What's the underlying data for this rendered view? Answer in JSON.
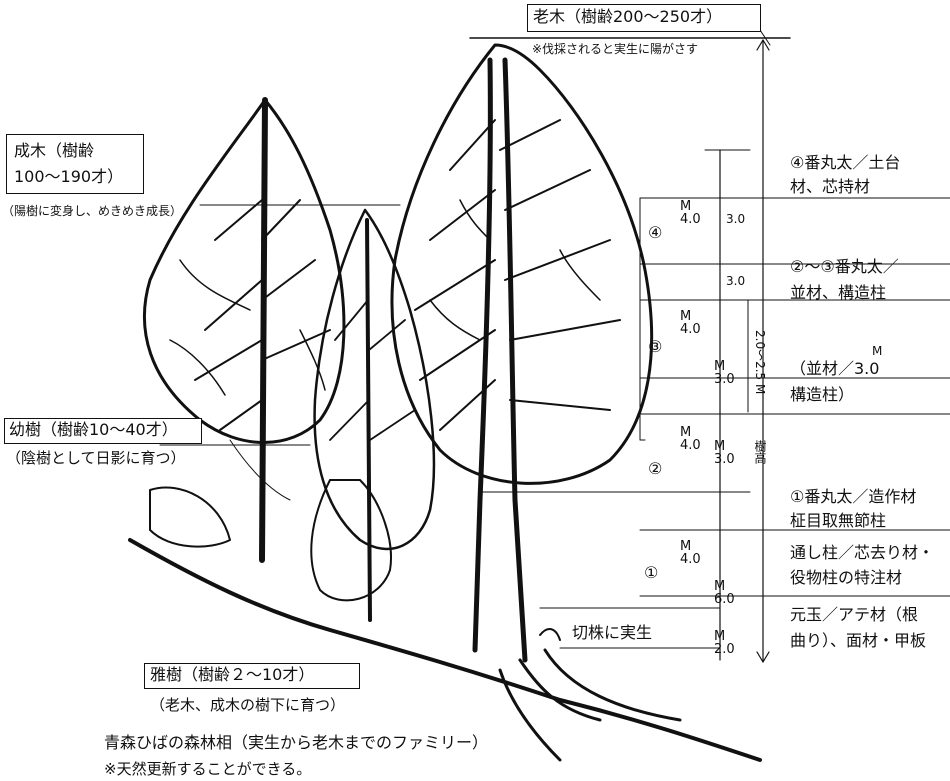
{
  "header": {
    "old_tree": "老木（樹齢200〜250才）",
    "old_tree_note": "※伐採されると実生に陽がさす"
  },
  "mature": {
    "line1": "成木（樹齢",
    "line2": "100〜190才）",
    "note": "（陽樹に変身し、めきめき成長）"
  },
  "young": {
    "label": "幼樹（樹齢10〜40才）",
    "note": "（陰樹として日影に育つ）"
  },
  "sapling": {
    "label": "雅樹（樹齢２〜10才）",
    "note": "（老木、成木の樹下に育つ）"
  },
  "stump": "切株に実生",
  "logs": [
    {
      "num": "④",
      "mark": "M\n4.0"
    },
    {
      "num": "③",
      "mark": "M\n4.0"
    },
    {
      "num": "②",
      "mark": "M\n4.0"
    },
    {
      "num": "①",
      "mark": "M\n4.0"
    }
  ],
  "dims": {
    "d1": "3.0",
    "d2": "3.0",
    "d3": "M\n3.0",
    "d4": "M\n3.0",
    "d5": "M\n6.0",
    "d6": "M\n2.0",
    "range": "2.0〜2.5 M",
    "height_label": "樹高"
  },
  "uses": {
    "u4": [
      "④番丸太／土台",
      "材、芯持材"
    ],
    "u23": [
      "②〜③番丸太／",
      "並材、構造柱"
    ],
    "u_mid": [
      "M",
      "（並材／3.0",
      "構造柱）"
    ],
    "u1": [
      "①番丸太／造作材",
      "柾目取無節柱"
    ],
    "u_tori": [
      "通し柱／芯去り材・",
      "役物柱の特注材"
    ],
    "u_motodama": [
      "元玉／アテ材（根",
      "曲り）、面材・甲板"
    ]
  },
  "caption": {
    "title": "青森ひばの森林相（実生から老木までのファミリー）",
    "note": "※天然更新することができる。"
  }
}
